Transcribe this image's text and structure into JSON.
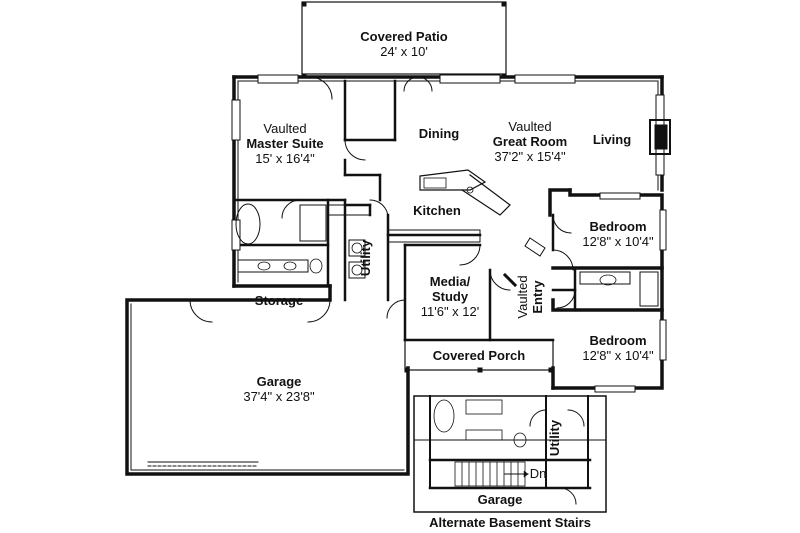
{
  "rooms": {
    "covered_patio": {
      "name": "Covered Patio",
      "dims": "24' x 10'"
    },
    "master_suite": {
      "prefix": "Vaulted",
      "name": "Master Suite",
      "dims": "15' x 16'4\""
    },
    "dining": {
      "name": "Dining"
    },
    "great_room": {
      "prefix": "Vaulted",
      "name": "Great Room",
      "dims": "37'2\" x 15'4\""
    },
    "living": {
      "name": "Living"
    },
    "kitchen": {
      "name": "Kitchen"
    },
    "bedroom_upper": {
      "name": "Bedroom",
      "dims": "12'8\" x 10'4\""
    },
    "utility": {
      "name": "Utility"
    },
    "media_study": {
      "name_line1": "Media/",
      "name_line2": "Study",
      "dims": "11'6\" x 12'"
    },
    "vaulted_entry": {
      "prefix": "Vaulted",
      "name": "Entry"
    },
    "storage": {
      "name": "Storage"
    },
    "bedroom_lower": {
      "name": "Bedroom",
      "dims": "12'8\" x 10'4\""
    },
    "covered_porch": {
      "name": "Covered Porch"
    },
    "garage": {
      "name": "Garage",
      "dims": "37'4\" x 23'8\""
    }
  },
  "inset": {
    "utility": "Utility",
    "dn": "Dn",
    "garage": "Garage",
    "caption": "Alternate Basement Stairs"
  }
}
